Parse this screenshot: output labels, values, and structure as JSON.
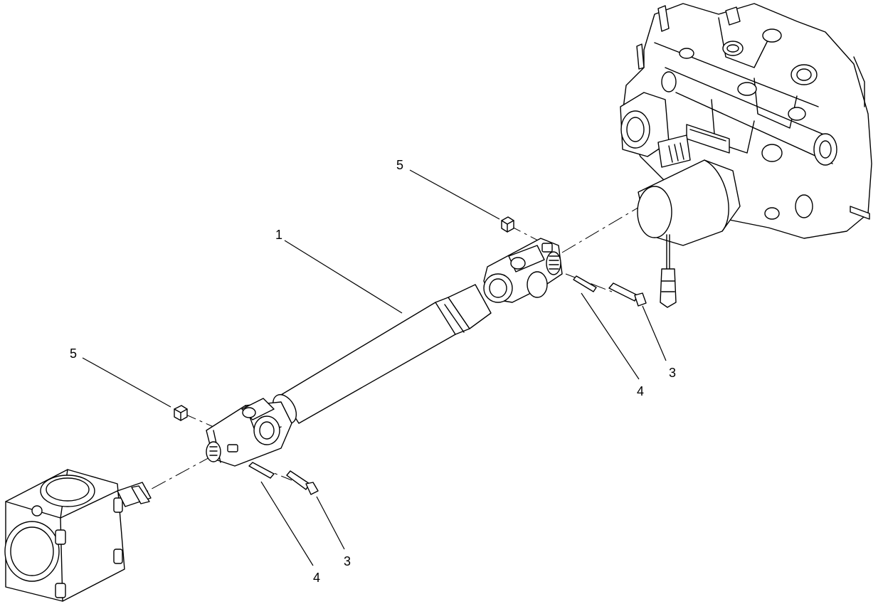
{
  "callouts": [
    {
      "id": "c1",
      "label": "1"
    },
    {
      "id": "c3a",
      "label": "3"
    },
    {
      "id": "c3b",
      "label": "3"
    },
    {
      "id": "c4a",
      "label": "4"
    },
    {
      "id": "c4b",
      "label": "4"
    },
    {
      "id": "c5a",
      "label": "5"
    },
    {
      "id": "c5b",
      "label": "5"
    }
  ],
  "parts": {
    "gearbox": "gearbox-assembly",
    "driveshaft": "driveshaft-assembly",
    "pump": "hydraulic-pump-assembly"
  }
}
